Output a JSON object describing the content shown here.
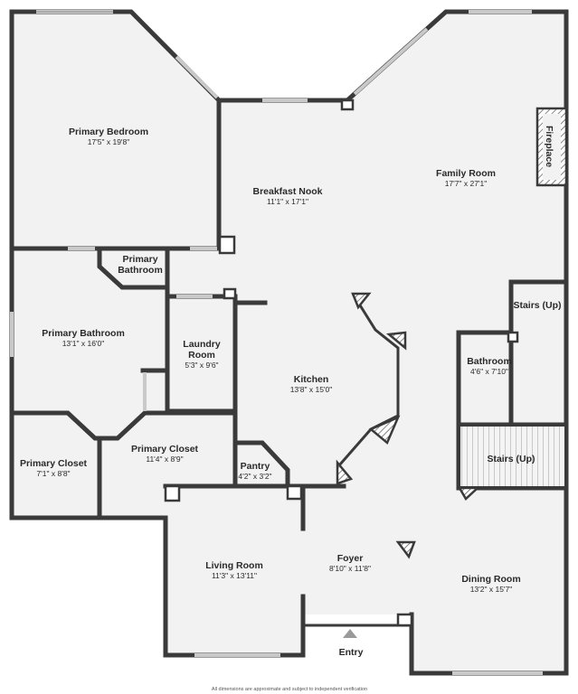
{
  "rooms": {
    "primary_bedroom": {
      "name": "Primary Bedroom",
      "dims": "17'5\" x 19'8\""
    },
    "breakfast_nook": {
      "name": "Breakfast Nook",
      "dims": "11'1\" x 17'1\""
    },
    "family_room": {
      "name": "Family Room",
      "dims": "17'7\" x 27'1\""
    },
    "primary_bathroom_small": {
      "name_line1": "Primary",
      "name_line2": "Bathroom"
    },
    "primary_bathroom": {
      "name": "Primary Bathroom",
      "dims": "13'1\" x 16'0\""
    },
    "laundry_room": {
      "name_line1": "Laundry",
      "name_line2": "Room",
      "dims": "5'3\" x 9'6\""
    },
    "kitchen": {
      "name": "Kitchen",
      "dims": "13'8\" x 15'0\""
    },
    "bathroom": {
      "name": "Bathroom",
      "dims": "4'6\" x 7'10\""
    },
    "stairs_up_1": {
      "name": "Stairs (Up)"
    },
    "stairs_up_2": {
      "name": "Stairs (Up)"
    },
    "primary_closet_left": {
      "name": "Primary Closet",
      "dims": "7'1\" x 8'8\""
    },
    "primary_closet_right": {
      "name": "Primary Closet",
      "dims": "11'4\" x 8'9\""
    },
    "pantry": {
      "name": "Pantry",
      "dims": "4'2\" x 3'2\""
    },
    "living_room": {
      "name": "Living Room",
      "dims": "11'3\" x 13'11\""
    },
    "foyer": {
      "name": "Foyer",
      "dims": "8'10\" x 11'8\""
    },
    "dining_room": {
      "name": "Dining Room",
      "dims": "13'2\" x 15'7\""
    },
    "entry": {
      "name": "Entry"
    }
  },
  "fireplace_label": "Fireplace",
  "footer": "All dimensions are approximate and subject to independent verification"
}
